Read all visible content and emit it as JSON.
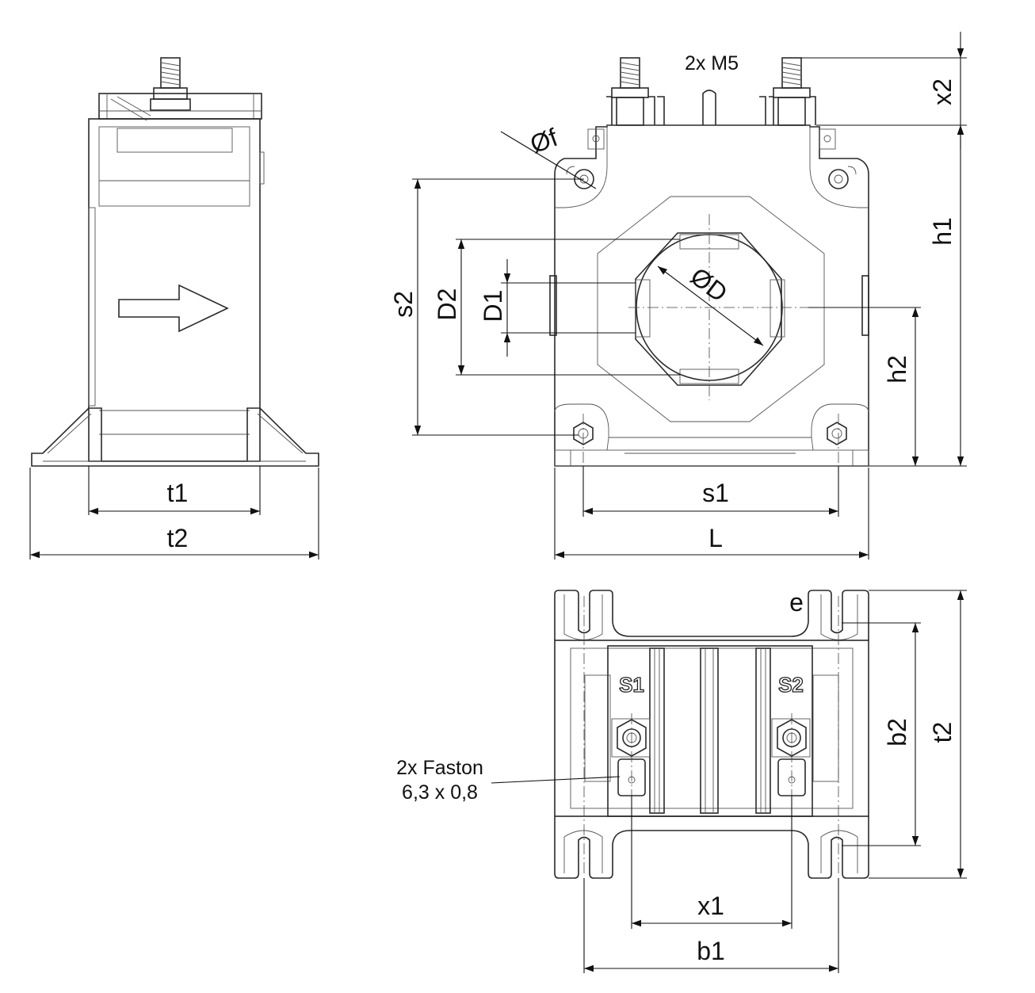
{
  "labels": {
    "t1": "t1",
    "t2_side": "t2",
    "s1": "s1",
    "L": "L",
    "s2": "s2",
    "D2": "D2",
    "D1": "D1",
    "OD": "ØD",
    "f": "Øf",
    "h1": "h1",
    "h2": "h2",
    "x2": "x2",
    "e": "e",
    "b2": "b2",
    "t2_bottom": "t2",
    "x1": "x1",
    "b1": "b1"
  },
  "notes": {
    "studs": "2x M5",
    "faston_line1": "2x Faston",
    "faston_line2": "6,3 x 0,8"
  },
  "terminals": {
    "s1": "S1",
    "s2": "S2"
  }
}
